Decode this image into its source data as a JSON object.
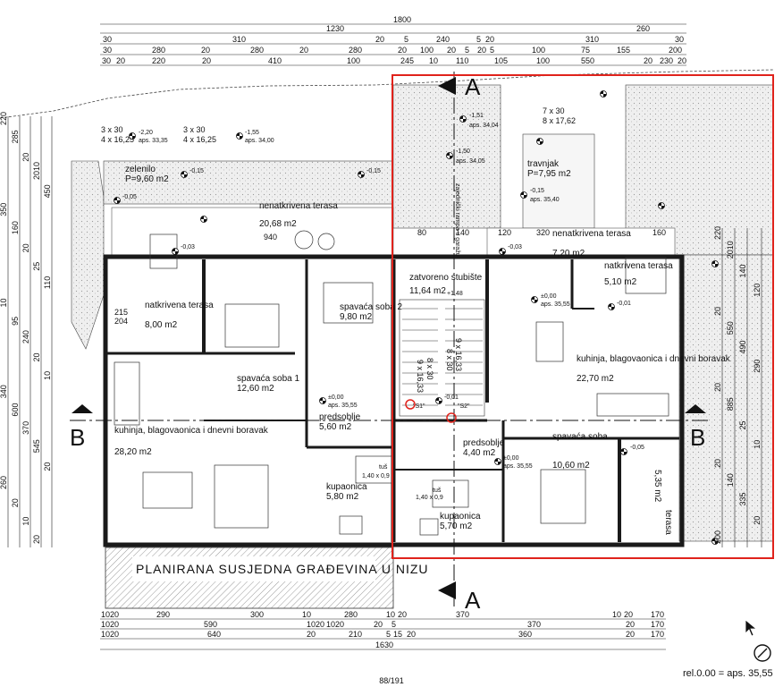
{
  "top_dims": {
    "row1": [
      "1800"
    ],
    "row2": [
      "1230",
      "260"
    ],
    "row3": [
      "30",
      "310",
      "20",
      "5",
      "240",
      "5",
      "20",
      "310",
      "30"
    ],
    "row4": [
      "30",
      "280",
      "20",
      "280",
      "20",
      "280",
      "20",
      "100",
      "20",
      "5",
      "20",
      "5",
      "100",
      "75",
      "155",
      "200"
    ],
    "row5": [
      "30",
      "20",
      "220",
      "20",
      "410",
      "100",
      "245",
      "10",
      "110",
      "105",
      "100",
      "550",
      "20",
      "230",
      "20"
    ]
  },
  "bottom_dims": {
    "row1": [
      "10",
      "20",
      "290",
      "300",
      "10",
      "280",
      "10",
      "20",
      "370",
      "10",
      "20",
      "170"
    ],
    "row2": [
      "10",
      "20",
      "590",
      "10",
      "20",
      "10",
      "20",
      "20",
      "5",
      "370",
      "20",
      "170"
    ],
    "row3": [
      "10",
      "20",
      "640",
      "20",
      "210",
      "5",
      "15",
      "20",
      "360",
      "20",
      "170"
    ],
    "row4": [
      "1630"
    ]
  },
  "left_dims": [
    "220",
    "285",
    "20",
    "2010",
    "450",
    "350",
    "160",
    "20",
    "25",
    "110",
    "10",
    "95",
    "240",
    "20",
    "10",
    "340",
    "600",
    "370",
    "545",
    "20",
    "260",
    "20",
    "10",
    "20"
  ],
  "right_dims": [
    "220",
    "2010",
    "140",
    "120",
    "20",
    "550",
    "490",
    "290",
    "20",
    "885",
    "25",
    "10",
    "20",
    "140",
    "335",
    "20",
    "200"
  ],
  "rooms": {
    "zelenilo": {
      "name": "zelenilo",
      "area": "P=9,60 m2"
    },
    "terasa_nenatkrivena_left": {
      "name": "nenatkrivena terasa",
      "area": "20,68 m2"
    },
    "terasa_natkrivena_left": {
      "name": "natkrivena terasa",
      "area": "8,00 m2"
    },
    "spavaca1": {
      "name": "spavaća soba 1",
      "area": "12,60 m2"
    },
    "spavaca2": {
      "name": "spavaća soba 2",
      "area": "9,80 m2"
    },
    "kuhinja_left": {
      "name": "kuhinja, blagovaonica i dnevni boravak",
      "area": "28,20 m2"
    },
    "predsoblje_left": {
      "name": "predsoblje",
      "area": "5,60 m2"
    },
    "kupaonica_left": {
      "name": "kupaonica",
      "area": "5,80 m2"
    },
    "stubiste": {
      "name": "zatvoreno stubište",
      "area": "11,64 m2"
    },
    "travnjak": {
      "name": "travnjak",
      "area": "P=7,95 m2"
    },
    "terasa_nenatkrivena_right": {
      "name": "nenatkrivena terasa",
      "area": "7,20 m2"
    },
    "terasa_natkrivena_right": {
      "name": "natkrivena terasa",
      "area": "5,10 m2"
    },
    "kuhinja_right": {
      "name": "kuhinja, blagovaonica i dnevni boravak",
      "area": "22,70 m2"
    },
    "predsoblje_right": {
      "name": "predsoblje",
      "area": "4,40 m2"
    },
    "kupaonica_right": {
      "name": "kupaonica",
      "area": "5,70 m2"
    },
    "spavaca_right": {
      "name": "spavaća soba",
      "area": "10,60 m2"
    },
    "terasa_side_right": {
      "name": "terasa",
      "area": "5,35 m2"
    }
  },
  "stairs": {
    "s1": "4 x 16,25",
    "s1b": "3 x 30",
    "s2": "3 x 30",
    "s2b": "4 x 16,25",
    "s3": "7 x 30",
    "s3b": "8 x 17,62",
    "s4": "9 x 16,33",
    "s4b": "8 x 30",
    "s5": "9 x 16,33",
    "s5b": "8 x 30"
  },
  "levels": {
    "l1": "-2,20",
    "l1a": "aps. 33,35",
    "l2": "-1,55",
    "l2a": "aps. 34,00",
    "l3": "-1,51",
    "l3a": "aps. 34,04",
    "l4": "-1,50",
    "l4a": "aps. 34,05",
    "l5": "-0,15",
    "l5a": "aps. 35,40",
    "l6": "-0,15",
    "l7": "-0,15",
    "l8": "-0,05",
    "l9": "-0,03",
    "l10": "-0,03",
    "l11": "±0,00",
    "l11a": "aps. 35,55",
    "l12": "±0,00",
    "l12a": "aps. 35,55",
    "l13": "±0,00",
    "l13a": "aps. 35,55",
    "l14": "-0,01",
    "l15": "-0,01",
    "l16": "-0,05"
  },
  "small_labels": {
    "shower_left": "tuš",
    "shower_left_dim": "1,40 x 0,9",
    "shower_right": "tuš",
    "shower_right_dim": "1,40 x 0,9",
    "stair_up": "+1,48",
    "s1_marker": "\"S1\"",
    "s2_marker": "\"S2\"",
    "win_940": "940",
    "win_80": "80",
    "win_140": "140",
    "win_120": "120",
    "win_320": "320",
    "win_160": "160",
    "win_215": "215",
    "win_204": "204",
    "stair_label": "zajednički rampa u garažu"
  },
  "section_labels": {
    "a_top": "A",
    "a_bottom": "A",
    "b_left": "B",
    "b_right": "B"
  },
  "neighbour_label": "PLANIRANA SUSJEDNA GRAĐEVINA U NIZU",
  "page_number": "88/191",
  "rel_note": "rel.0.00 = aps. 35,55",
  "colors": {
    "highlight_frame": "#e0231c",
    "wall": "#1a1a1a",
    "gravel": "#d9d9d9",
    "ink": "#111111"
  }
}
